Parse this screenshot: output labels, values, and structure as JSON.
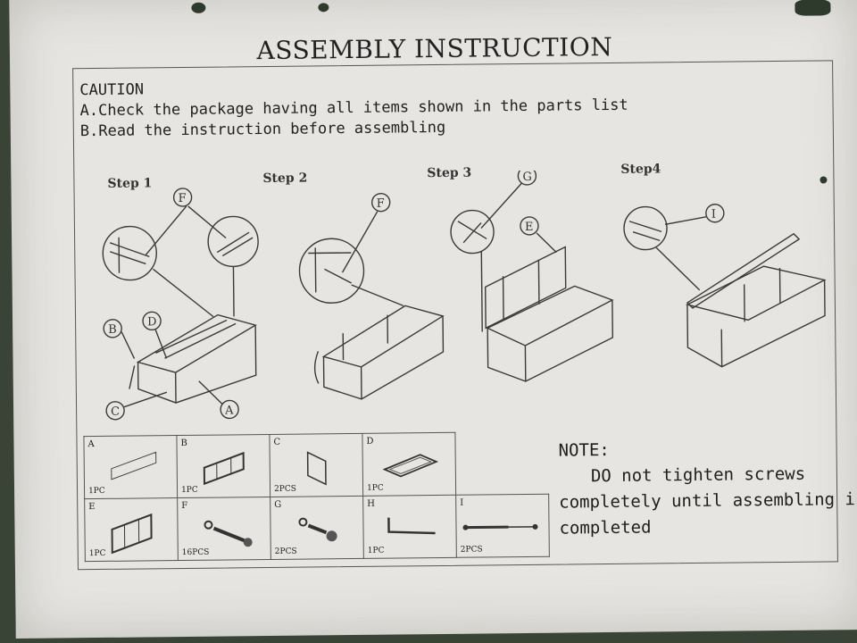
{
  "title": "ASSEMBLY INSTRUCTION",
  "caution": {
    "heading": "CAUTION",
    "line_a": "A.Check the package having all items shown in the parts list",
    "line_b": "B.Read the instruction before assembling"
  },
  "steps": [
    "Step 1",
    "Step 2",
    "Step 3",
    "Step4"
  ],
  "callouts": {
    "step1": [
      "F",
      "D",
      "B",
      "C",
      "A"
    ],
    "step2": [
      "F"
    ],
    "step3": [
      "G",
      "E"
    ],
    "step4": [
      "I"
    ]
  },
  "parts": [
    {
      "letter": "A",
      "qty": "1PC"
    },
    {
      "letter": "B",
      "qty": "1PC"
    },
    {
      "letter": "C",
      "qty": "2PCS"
    },
    {
      "letter": "D",
      "qty": "1PC"
    },
    {
      "letter": "E",
      "qty": "1PC"
    },
    {
      "letter": "F",
      "qty": "16PCS"
    },
    {
      "letter": "G",
      "qty": "2PCS"
    },
    {
      "letter": "H",
      "qty": "1PC"
    },
    {
      "letter": "I",
      "qty": "2PCS"
    }
  ],
  "note": {
    "heading": "NOTE:",
    "line1": "DO not tighten screws",
    "line2": "completely until assembling is",
    "line3": "completed"
  }
}
